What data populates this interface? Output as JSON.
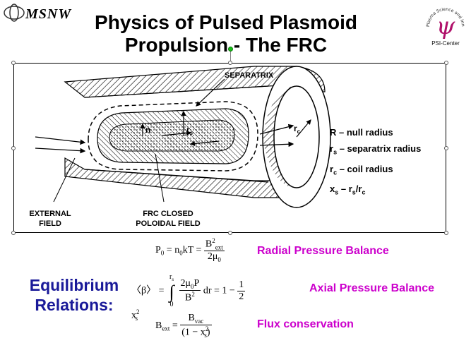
{
  "header": {
    "logo_left_text": "MSNW",
    "title_line1": "Physics of Pulsed Plasmoid",
    "title_line2": "Propulsion - The FRC",
    "logo_right_ring_text": "Plasma Science and Innovation Center",
    "logo_right_caption": "PSI-Center",
    "logo_right_symbol": "ψ"
  },
  "diagram": {
    "separatrix_label": "SEPARATRIX",
    "n_label": "n",
    "rs_label": "r",
    "rs_sub": "s",
    "rc_label": "r",
    "rc_sub": "c",
    "external_field_line1": "EXTERNAL",
    "external_field_line2": "FIELD",
    "frc_closed_line1": "FRC CLOSED",
    "frc_closed_line2": "POLOIDAL FIELD"
  },
  "legend": {
    "line1": "R – null radius",
    "line2_a": "r",
    "line2_sub": "s",
    "line2_b": " – separatrix radius",
    "line3_a": "r",
    "line3_sub": "c",
    "line3_b": " – coil radius",
    "line4_a": "x",
    "line4_sub": "s",
    "line4_b": " – r",
    "line4_sub2": "s",
    "line4_c": "/r",
    "line4_sub3": "c"
  },
  "equations": {
    "heading_line1": "Equilibrium",
    "heading_line2": "Relations:",
    "radial_label": "Radial Pressure Balance",
    "axial_label": "Axial Pressure Balance",
    "flux_label": "Flux conservation",
    "radial": {
      "lhs": "P",
      "lhs_sub": "0",
      "mid": " = n",
      "mid_sub": "0",
      "mid2": "kT = ",
      "num": "B",
      "num_sup": "2",
      "num_sub": "ext",
      "den": "2μ",
      "den_sub": "0"
    },
    "axial": {
      "lhs": "〈β〉 = ",
      "int_upper": "r",
      "int_upper_sub": "s",
      "int_lower": "0",
      "num": "2μ",
      "num_sub": "0",
      "num2": "P",
      "den": "B",
      "den_sup": "2",
      "dr": " dr  =  1 − ",
      "num3": "1",
      "den3": "2",
      "tail": "x",
      "tail_sup": "2",
      "tail_sub": "s"
    },
    "flux": {
      "lhs": "B",
      "lhs_sub": "ext",
      "eq": " = ",
      "num": "B",
      "num_sub": "vac",
      "den_a": "(1 − x",
      "den_sub": "s",
      "den_sup": "2",
      "den_b": ")"
    }
  },
  "colors": {
    "title": "#000000",
    "equation_label": "#cc00cc",
    "heading": "#1a1a99",
    "selection_handle": "#19c219"
  }
}
